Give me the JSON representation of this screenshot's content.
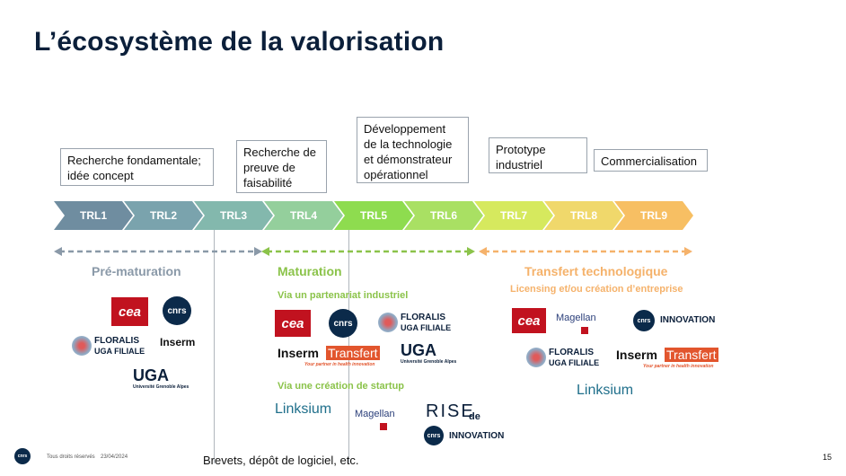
{
  "title": "L’écosystème de la valorisation",
  "boxes": {
    "b1": "Recherche fondamentale; idée concept",
    "b2": "Recherche de preuve de faisabilité",
    "b3": "Développement de la technologie et démonstrateur opérationnel",
    "b4": "Prototype industriel",
    "b5": "Commercialisation"
  },
  "trl": [
    "TRL1",
    "TRL2",
    "TRL3",
    "TRL4",
    "TRL5",
    "TRL6",
    "TRL7",
    "TRL8",
    "TRL9"
  ],
  "trl_colors": [
    "#6f8da0",
    "#7aa3ad",
    "#83b8ad",
    "#94cf9c",
    "#8edc4f",
    "#a9e063",
    "#d6e95e",
    "#f0d86b",
    "#f7bf63"
  ],
  "sections": {
    "pre": "Pré-maturation",
    "maturation": "Maturation",
    "maturation_sub1": "Via un partenariat industriel",
    "maturation_sub2": "Via une création de startup",
    "transfert": "Transfert technologique",
    "transfert_sub": "Licensing et/ou création d’entreprise"
  },
  "colors": {
    "pre": "#8a99a8",
    "maturation": "#8bc34a",
    "transfert": "#f5b26b"
  },
  "logos": {
    "cea": "cea",
    "cnrs": "cnrs",
    "floralis": "FLORALIS",
    "uga_filiale": "UGA FILIALE",
    "inserm": "Inserm",
    "uga": "UGA",
    "uga_sub": "Université Grenoble Alpes",
    "inserm_transfert_a": "Inserm",
    "inserm_transfert_b": "Transfert",
    "inserm_transfert_tag": "Your partner in health innovation",
    "linksium": "Linksium",
    "magellan": "Magellan",
    "rise": "RISE",
    "de": "de",
    "innovation": "INNOVATION"
  },
  "bottom_note": "Brevets, dépôt de logiciel, etc.",
  "footer": {
    "rights": "Tous droits réservés",
    "date": "23/04/2024",
    "page": "15"
  }
}
